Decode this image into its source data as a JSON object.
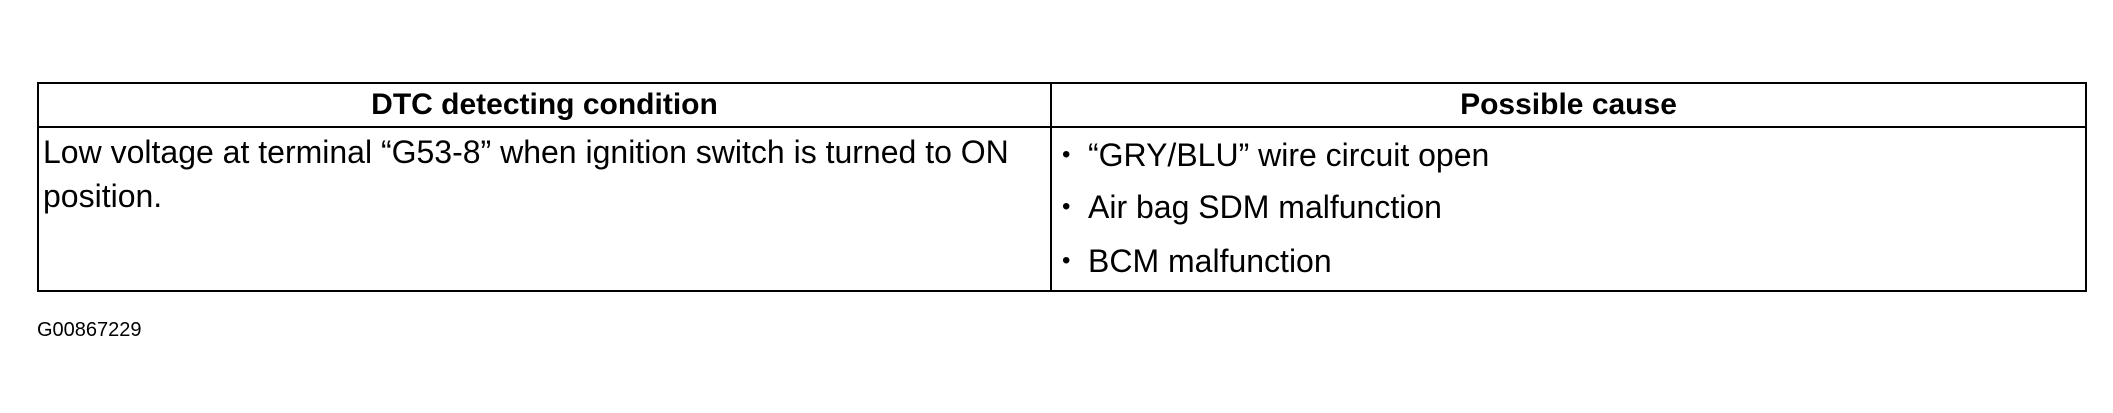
{
  "table": {
    "headers": {
      "condition": "DTC detecting condition",
      "cause": "Possible cause"
    },
    "condition_text": "Low voltage at terminal “G53-8” when ignition switch is turned to ON position.",
    "causes": [
      "“GRY/BLU” wire circuit open",
      "Air bag SDM malfunction",
      "BCM malfunction"
    ],
    "bullet_glyph": "•"
  },
  "figure_code": "G00867229"
}
